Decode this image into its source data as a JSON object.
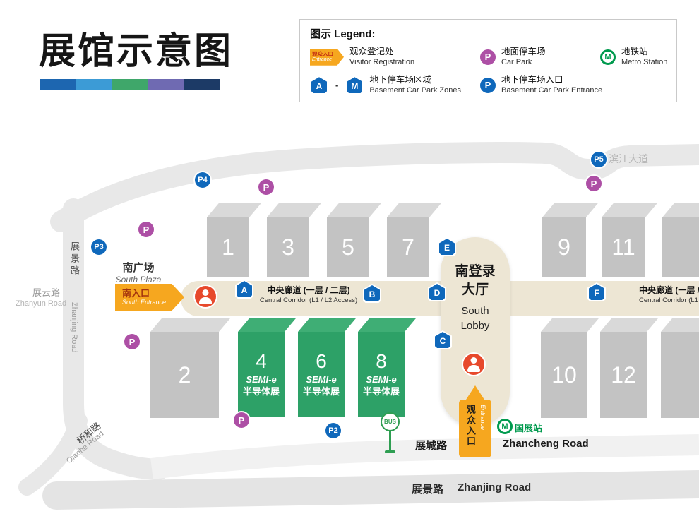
{
  "header": {
    "title": "展馆示意图",
    "bar_colors": [
      "#1d66b0",
      "#3c9bd6",
      "#3fa76a",
      "#6f6ab2",
      "#1c3a66"
    ]
  },
  "legend": {
    "heading": "图示 Legend:",
    "entrance_icon": {
      "zh": "观众入口",
      "en": "Entrance"
    },
    "items": [
      {
        "zh": "观众登记处",
        "en": "Visitor Registration"
      },
      {
        "zh": "地面停车场",
        "en": "Car Park"
      },
      {
        "zh": "地铁站",
        "en": "Metro Station"
      },
      {
        "zh": "地下停车场区域",
        "en": "Basement Car Park Zones"
      },
      {
        "zh": "地下停车场入口",
        "en": "Basement Car Park Entrance"
      }
    ],
    "p_label": "P",
    "zone_from": "A",
    "zone_dash": "-",
    "zone_to": "M",
    "metro_m": "M"
  },
  "map": {
    "corridor": {
      "zh": "中央廊道 (一层 / 二层)",
      "en": "Central Corridor (L1 / L2 Access)"
    },
    "lobby": {
      "zh1": "南登录",
      "zh2": "大厅",
      "en1": "South",
      "en2": "Lobby"
    },
    "south_plaza": {
      "zh": "南广场",
      "en": "South Plaza"
    },
    "south_entrance": {
      "zh": "南入口",
      "en": "South Entrance"
    },
    "visitor_entrance": {
      "zh": "观众入口",
      "en": "Entrance"
    },
    "metro_station": {
      "name": "国展站"
    },
    "bus": "BUS",
    "halls_gray": [
      {
        "num": "1"
      },
      {
        "num": "3"
      },
      {
        "num": "5"
      },
      {
        "num": "7"
      },
      {
        "num": "9"
      },
      {
        "num": "11"
      },
      {
        "num": "2"
      },
      {
        "num": "10"
      },
      {
        "num": "12"
      }
    ],
    "halls_green": [
      {
        "num": "4",
        "line1": "SEMI-e",
        "line2": "半导体展"
      },
      {
        "num": "6",
        "line1": "SEMI-e",
        "line2": "半导体展"
      },
      {
        "num": "8",
        "line1": "SEMI-e",
        "line2": "半导体展"
      }
    ],
    "zones": [
      "A",
      "B",
      "C",
      "D",
      "E",
      "F"
    ],
    "parking_ground": "P",
    "parking_basement": [
      "P2",
      "P3",
      "P4",
      "P5"
    ],
    "roads": {
      "binjiang": "滨江大道",
      "zhanjing_left_zh": "展景路",
      "zhanjing_left_en": "Zhanjing Road",
      "zhanyun_zh": "展云路",
      "zhanyun_en": "Zhanyun Road",
      "qiaohe_zh": "桥和路",
      "qiaohe_en": "Qiaohe Road",
      "zhancheng_zh": "展城路",
      "zhancheng_en": "Zhancheng Road",
      "zhanjing_bottom_zh": "展景路",
      "zhanjing_bottom_en": "Zhanjing Road"
    }
  },
  "colors": {
    "hall_gray": "#c3c3c3",
    "hall_green": "#2da167",
    "corridor_beige": "#ede6d4",
    "entrance_orange": "#f6a71f",
    "car_park_purple": "#ad4fa5",
    "basement_blue": "#0f68bb",
    "metro_green": "#009a4e",
    "registration_red": "#e7492c"
  }
}
